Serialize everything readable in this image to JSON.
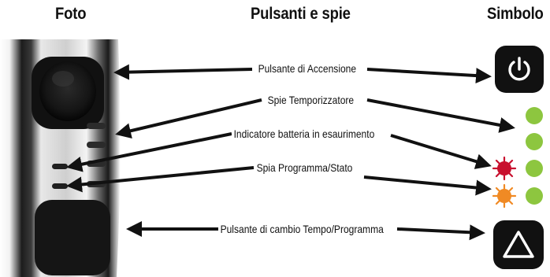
{
  "headers": {
    "photo": "Foto",
    "buttons": "Pulsanti e spie",
    "symbol": "Simbolo"
  },
  "labels": {
    "power": "Pulsante di Accensione",
    "timer": "Spie Temporizzatore",
    "battery": "Indicatore batteria in esaurimento",
    "program": "Spia Programma/Stato",
    "cycle": "Pulsante di cambio Tempo/Programma"
  },
  "icons": {
    "power": "power-icon",
    "cycle": "triangle-icon",
    "battery": "red-spiked-indicator",
    "program": "orange-spiked-indicator"
  },
  "colors": {
    "timer_led": "#8dc63f",
    "battery_led": "#c8102e",
    "program_led": "#f08a24",
    "symbol_button": "#111111"
  }
}
